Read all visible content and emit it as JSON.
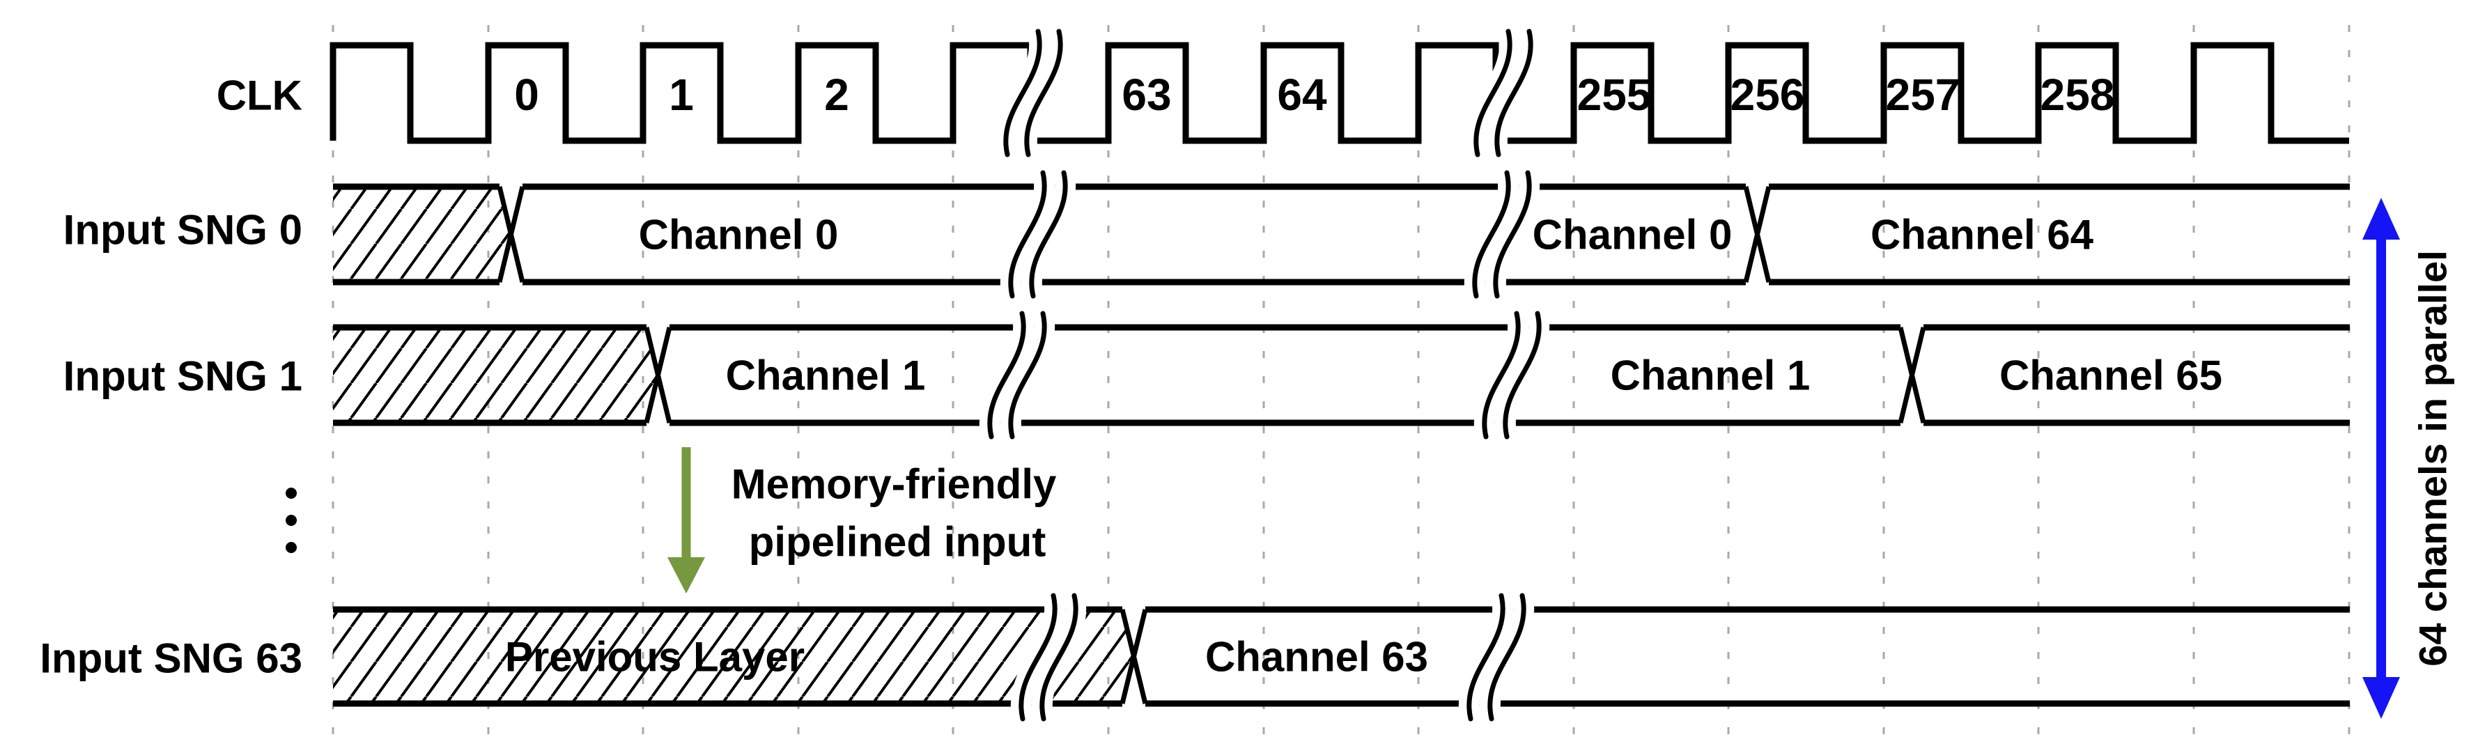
{
  "clock": {
    "label": "CLK",
    "cycles": [
      "0",
      "1",
      "2",
      "63",
      "64",
      "255",
      "256",
      "257",
      "258"
    ]
  },
  "sng0": {
    "label": "Input SNG 0",
    "seg1": "Channel 0",
    "seg2": "Channel 0",
    "seg3": "Channel 64"
  },
  "sng1": {
    "label": "Input SNG 1",
    "seg1": "Channel 1",
    "seg2": "Channel 1",
    "seg3": "Channel 65"
  },
  "sng63": {
    "label": "Input SNG 63",
    "seg1": "Previous Layer",
    "seg2": "Channel 63"
  },
  "annotation": {
    "line1": "Memory-friendly",
    "line2": "pipelined input",
    "color": "#76983F"
  },
  "side_note": {
    "text": "64 channels in parallel",
    "text_color": "#1A1A8C",
    "arrow_color": "#1414F5"
  }
}
